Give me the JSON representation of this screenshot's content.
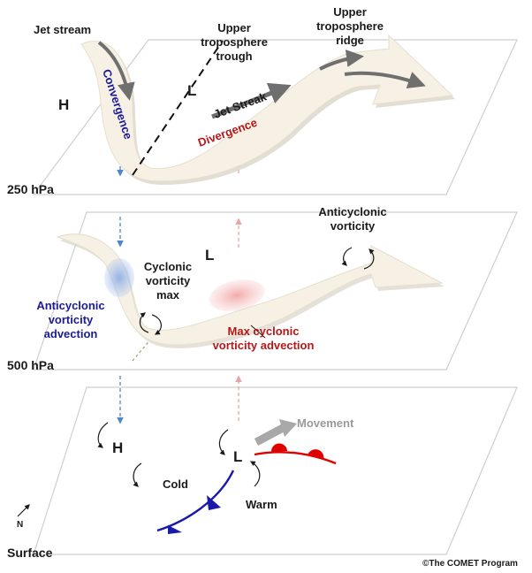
{
  "colors": {
    "plane_fill": "#ffffff",
    "plane_stroke": "#cfcfcf",
    "stream_fill": "#f6f1e4",
    "stream_shadow": "#cfc8b8",
    "blue_text": "#1a1a9a",
    "red_text": "#b51818",
    "arrow_gray": "#6f6f6f",
    "cold_front": "#1a1aa8",
    "warm_front": "#e00000",
    "movement_gray": "#a8a8a8"
  },
  "levels": {
    "top": "250 hPa",
    "middle": "500 hPa",
    "bottom": "Surface"
  },
  "labels": {
    "jet_stream": "Jet stream",
    "upper_trough_line1": "Upper",
    "upper_trough_line2": "troposphere",
    "upper_trough_line3": "trough",
    "upper_ridge_line1": "Upper",
    "upper_ridge_line2": "troposphere",
    "upper_ridge_line3": "ridge",
    "top_high": "H",
    "top_low": "L",
    "convergence": "Convergence",
    "jet_streak": "Jet Streak",
    "divergence": "Divergence",
    "anticyclonic_vorticity_line1": "Anticyclonic",
    "anticyclonic_vorticity_line2": "vorticity",
    "mid_low": "L",
    "cyclonic_max_line1": "Cyclonic",
    "cyclonic_max_line2": "vorticity",
    "cyclonic_max_line3": "max",
    "anticyclonic_adv_line1": "Anticyclonic",
    "anticyclonic_adv_line2": "vorticity",
    "anticyclonic_adv_line3": "advection",
    "max_cyclonic_adv_line1": "Max cyclonic",
    "max_cyclonic_adv_line2": "vorticity advection",
    "movement": "Movement",
    "surface_high": "H",
    "surface_low": "L",
    "cold": "Cold",
    "warm": "Warm",
    "north": "N",
    "credit": "©The COMET Program"
  }
}
